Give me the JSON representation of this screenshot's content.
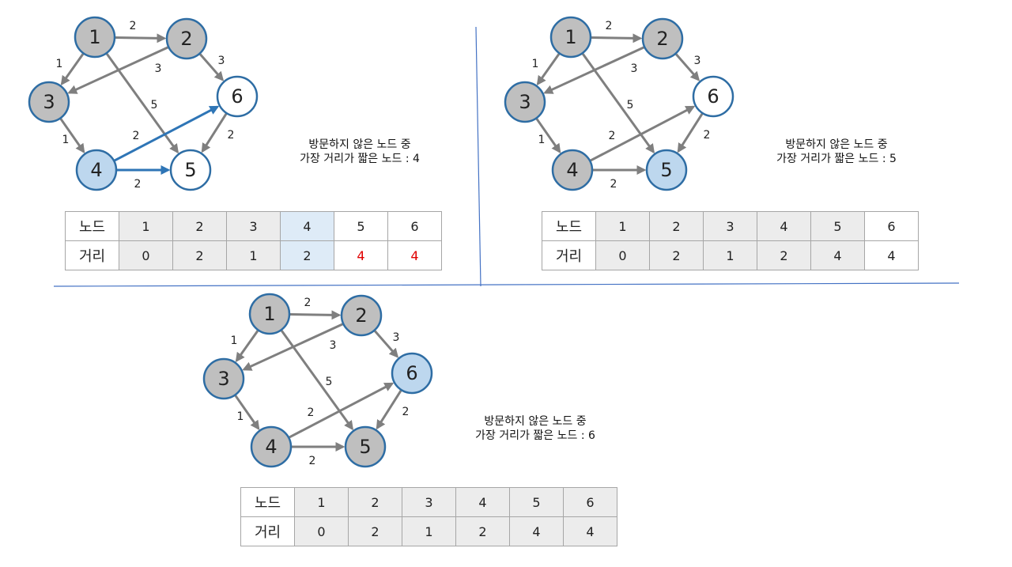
{
  "graph": {
    "nodes": [
      "1",
      "2",
      "3",
      "4",
      "5",
      "6"
    ],
    "edges": [
      {
        "from": "1",
        "to": "2",
        "w": "2"
      },
      {
        "from": "1",
        "to": "3",
        "w": "1"
      },
      {
        "from": "1",
        "to": "5",
        "w": "5"
      },
      {
        "from": "2",
        "to": "3",
        "w": "3"
      },
      {
        "from": "2",
        "to": "6",
        "w": "3"
      },
      {
        "from": "3",
        "to": "4",
        "w": "1"
      },
      {
        "from": "4",
        "to": "5",
        "w": "2"
      },
      {
        "from": "4",
        "to": "6",
        "w": "2"
      },
      {
        "from": "6",
        "to": "5",
        "w": "2"
      }
    ]
  },
  "colors": {
    "edge": "#7f7f7f",
    "highlight_edge": "#2e75b6",
    "node_border": "#2e6da4",
    "visited_fill": "#bfbfbf",
    "current_fill": "#bdd7ee",
    "unvisited_fill": "#ffffff",
    "updated_text": "#e00000",
    "divider": "#4472c4"
  },
  "panels": [
    {
      "caption_line1": "방문하지 않은 노드 중",
      "caption_line2": "가장 거리가 짧은 노드 : 4",
      "visited": [
        "1",
        "2",
        "3"
      ],
      "current": "4",
      "highlight_edges": [
        "4-5",
        "4-6"
      ],
      "table": {
        "row_labels": [
          "노드",
          "거리"
        ],
        "nodes": [
          "1",
          "2",
          "3",
          "4",
          "5",
          "6"
        ],
        "distances": [
          "0",
          "2",
          "1",
          "2",
          "4",
          "4"
        ],
        "highlight_col": "4",
        "updated": [
          "5",
          "6"
        ]
      }
    },
    {
      "caption_line1": "방문하지 않은 노드 중",
      "caption_line2": "가장 거리가 짧은 노드 : 5",
      "visited": [
        "1",
        "2",
        "3",
        "4"
      ],
      "current": "5",
      "highlight_edges": [],
      "table": {
        "row_labels": [
          "노드",
          "거리"
        ],
        "nodes": [
          "1",
          "2",
          "3",
          "4",
          "5",
          "6"
        ],
        "distances": [
          "0",
          "2",
          "1",
          "2",
          "4",
          "4"
        ],
        "highlight_col": null,
        "updated": []
      }
    },
    {
      "caption_line1": "방문하지 않은 노드 중",
      "caption_line2": "가장 거리가 짧은 노드 : 6",
      "visited": [
        "1",
        "2",
        "3",
        "4",
        "5"
      ],
      "current": "6",
      "highlight_edges": [],
      "table": {
        "row_labels": [
          "노드",
          "거리"
        ],
        "nodes": [
          "1",
          "2",
          "3",
          "4",
          "5",
          "6"
        ],
        "distances": [
          "0",
          "2",
          "1",
          "2",
          "4",
          "4"
        ],
        "highlight_col": null,
        "updated": []
      }
    }
  ]
}
